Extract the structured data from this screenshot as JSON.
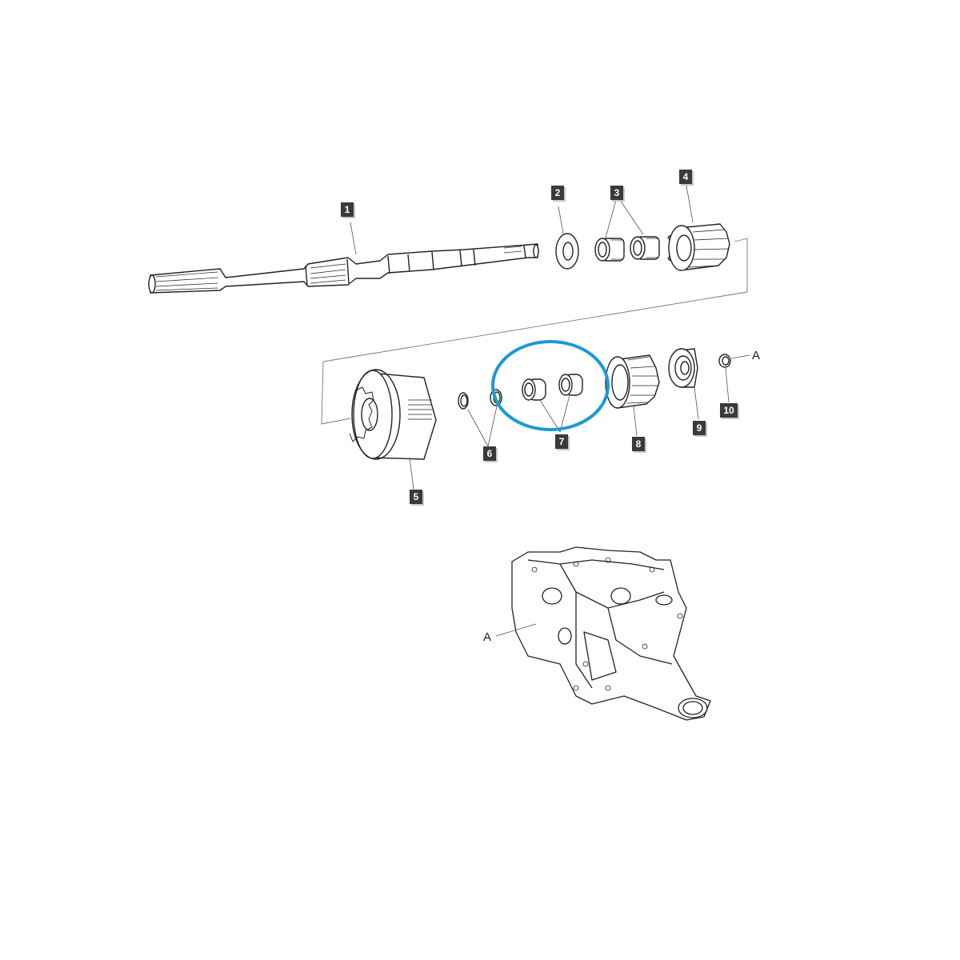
{
  "diagram": {
    "type": "exploded-parts-diagram",
    "highlight": {
      "color": "#1a9ad6",
      "target_callout": "7"
    },
    "callouts": [
      {
        "id": "1",
        "label": "1",
        "part": "shaft"
      },
      {
        "id": "2",
        "label": "2",
        "part": "washer"
      },
      {
        "id": "3",
        "label": "3",
        "part": "needle-bearings"
      },
      {
        "id": "4",
        "label": "4",
        "part": "gear"
      },
      {
        "id": "5",
        "label": "5",
        "part": "clutch-pack"
      },
      {
        "id": "6",
        "label": "6",
        "part": "rings"
      },
      {
        "id": "7",
        "label": "7",
        "part": "needle-bearings"
      },
      {
        "id": "8",
        "label": "8",
        "part": "gear"
      },
      {
        "id": "9",
        "label": "9",
        "part": "ball-bearing"
      },
      {
        "id": "10",
        "label": "10",
        "part": "ring"
      }
    ],
    "references": [
      {
        "id": "A1",
        "label": "A"
      },
      {
        "id": "A2",
        "label": "A"
      }
    ]
  }
}
